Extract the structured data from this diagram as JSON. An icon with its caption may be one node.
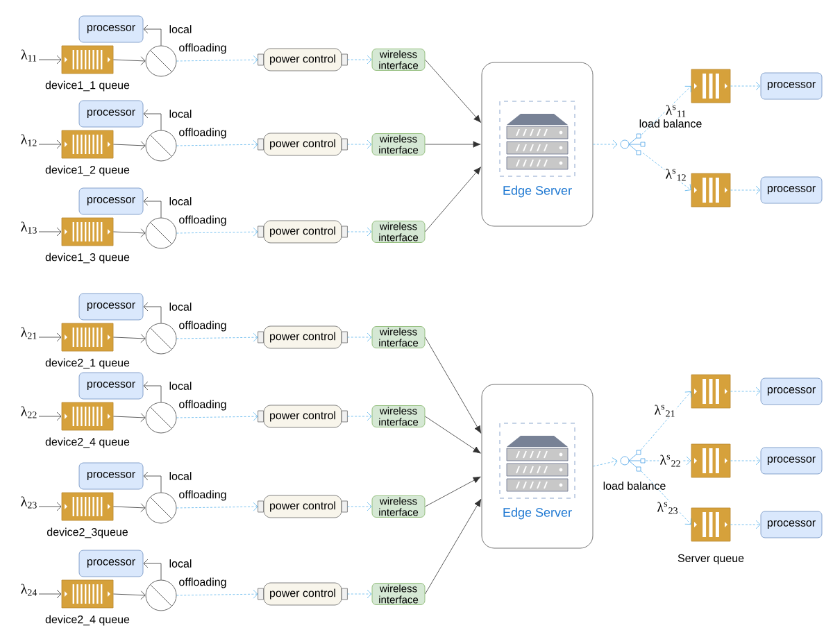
{
  "diagram": {
    "nodes": [
      {
        "text": [
          "processor"
        ]
      },
      {
        "text": [],
        "shape": "queue",
        "beside": [
          "device1_1 queue"
        ]
      },
      {
        "text": [],
        "shape": "switch"
      },
      {
        "text": [
          "power control"
        ]
      },
      {
        "text": [
          "wireless interface"
        ]
      },
      {
        "text": [
          "processor"
        ]
      },
      {
        "text": [],
        "shape": "queue",
        "beside": [
          "device1_2 queue"
        ]
      },
      {
        "text": [],
        "shape": "switch"
      },
      {
        "text": [
          "power control"
        ]
      },
      {
        "text": [
          "wireless interface"
        ]
      },
      {
        "text": [
          "processor"
        ]
      },
      {
        "text": [],
        "shape": "queue",
        "beside": [
          "device1_3 queue"
        ]
      },
      {
        "text": [],
        "shape": "switch"
      },
      {
        "text": [
          "power control"
        ]
      },
      {
        "text": [
          "wireless interface"
        ]
      },
      {
        "text": [
          "Edge Server"
        ]
      },
      {
        "text": [],
        "shape": "hub",
        "beside": [
          "load balance"
        ]
      },
      {
        "text": [],
        "shape": "queue"
      },
      {
        "text": [
          "processor"
        ]
      },
      {
        "text": [],
        "shape": "queue"
      },
      {
        "text": [
          "processor"
        ]
      },
      {
        "text": [
          "processor"
        ]
      },
      {
        "text": [],
        "shape": "queue",
        "beside": [
          "device2_1 queue"
        ]
      },
      {
        "text": [],
        "shape": "switch"
      },
      {
        "text": [
          "power control"
        ]
      },
      {
        "text": [
          "wireless interface"
        ]
      },
      {
        "text": [
          "processor"
        ]
      },
      {
        "text": [],
        "shape": "queue",
        "beside": [
          "device2_4 queue"
        ]
      },
      {
        "text": [],
        "shape": "switch"
      },
      {
        "text": [
          "power control"
        ]
      },
      {
        "text": [
          "wireless interface"
        ]
      },
      {
        "text": [
          "processor"
        ]
      },
      {
        "text": [],
        "shape": "queue",
        "beside": [
          "device2_3queue"
        ]
      },
      {
        "text": [],
        "shape": "switch"
      },
      {
        "text": [
          "power control"
        ]
      },
      {
        "text": [
          "wireless interface"
        ]
      },
      {
        "text": [
          "processor"
        ]
      },
      {
        "text": [],
        "shape": "queue",
        "beside": [
          "device2_4 queue"
        ]
      },
      {
        "text": [],
        "shape": "switch"
      },
      {
        "text": [
          "power control"
        ]
      },
      {
        "text": [
          "wireless interface"
        ]
      },
      {
        "text": [
          "Edge Server"
        ]
      },
      {
        "text": [],
        "shape": "hub",
        "beside": [
          "load balance"
        ]
      },
      {
        "text": [],
        "shape": "queue"
      },
      {
        "text": [
          "processor"
        ]
      },
      {
        "text": [],
        "shape": "queue"
      },
      {
        "text": [
          "processor"
        ]
      },
      {
        "text": [],
        "shape": "queue"
      },
      {
        "text": [
          "processor"
        ]
      }
    ],
    "edges": [
      {
        "from": null,
        "to": 1,
        "arrow": "to",
        "label": "λ$_{11}$"
      },
      {
        "from": 1,
        "to": 2,
        "arrow": "to"
      },
      {
        "from": 2,
        "to": 0,
        "arrow": "to",
        "label": "local"
      },
      {
        "from": 2,
        "to": 3,
        "arrow": "to",
        "label": "offloading",
        "style": "dashed",
        "color": "#5ab4ec"
      },
      {
        "from": 3,
        "to": 4,
        "arrow": "to",
        "style": "dashed",
        "color": "#5ab4ec"
      },
      {
        "from": 4,
        "to": 15,
        "arrow": "to"
      },
      {
        "from": null,
        "to": 6,
        "arrow": "to",
        "label": "λ$_{12}$"
      },
      {
        "from": 6,
        "to": 7,
        "arrow": "to"
      },
      {
        "from": 7,
        "to": 5,
        "arrow": "to",
        "label": "local"
      },
      {
        "from": 7,
        "to": 8,
        "arrow": "to",
        "label": "offloading",
        "style": "dashed",
        "color": "#5ab4ec"
      },
      {
        "from": 8,
        "to": 9,
        "arrow": "to",
        "style": "dashed",
        "color": "#5ab4ec"
      },
      {
        "from": 9,
        "to": 15,
        "arrow": "to"
      },
      {
        "from": null,
        "to": 11,
        "arrow": "to",
        "label": "λ$_{13}$"
      },
      {
        "from": 11,
        "to": 12,
        "arrow": "to"
      },
      {
        "from": 12,
        "to": 10,
        "arrow": "to",
        "label": "local"
      },
      {
        "from": 12,
        "to": 13,
        "arrow": "to",
        "label": "offloading",
        "style": "dashed",
        "color": "#5ab4ec"
      },
      {
        "from": 13,
        "to": 14,
        "arrow": "to",
        "style": "dashed",
        "color": "#5ab4ec"
      },
      {
        "from": 14,
        "to": 15,
        "arrow": "to"
      },
      {
        "from": 15,
        "to": 16,
        "arrow": "to",
        "style": "dashed",
        "color": "#5ab4ec"
      },
      {
        "from": 16,
        "to": 17,
        "arrow": "to",
        "label": "λ$^{s}$$_{11}$",
        "style": "dashed",
        "color": "#5ab4ec"
      },
      {
        "from": 17,
        "to": 18,
        "arrow": "to",
        "style": "dashed",
        "color": "#5ab4ec"
      },
      {
        "from": 16,
        "to": 19,
        "arrow": "to",
        "label": "λ$^{s}$$_{12}$",
        "style": "dashed",
        "color": "#5ab4ec"
      },
      {
        "from": 19,
        "to": 20,
        "arrow": "to",
        "style": "dashed",
        "color": "#5ab4ec"
      },
      {
        "from": null,
        "to": 22,
        "arrow": "to",
        "label": "λ$_{21}$"
      },
      {
        "from": 22,
        "to": 23,
        "arrow": "to"
      },
      {
        "from": 23,
        "to": 21,
        "arrow": "to",
        "label": "local"
      },
      {
        "from": 23,
        "to": 24,
        "arrow": "to",
        "label": "offloading",
        "style": "dashed",
        "color": "#5ab4ec"
      },
      {
        "from": 24,
        "to": 25,
        "arrow": "to",
        "style": "dashed",
        "color": "#5ab4ec"
      },
      {
        "from": 25,
        "to": 41,
        "arrow": "to"
      },
      {
        "from": null,
        "to": 27,
        "arrow": "to",
        "label": "λ$_{22}$"
      },
      {
        "from": 27,
        "to": 28,
        "arrow": "to"
      },
      {
        "from": 28,
        "to": 26,
        "arrow": "to",
        "label": "local"
      },
      {
        "from": 28,
        "to": 29,
        "arrow": "to",
        "label": "offloading",
        "style": "dashed",
        "color": "#5ab4ec"
      },
      {
        "from": 29,
        "to": 30,
        "arrow": "to",
        "style": "dashed",
        "color": "#5ab4ec"
      },
      {
        "from": 30,
        "to": 41,
        "arrow": "to"
      },
      {
        "from": null,
        "to": 32,
        "arrow": "to",
        "label": "λ$_{23}$"
      },
      {
        "from": 32,
        "to": 33,
        "arrow": "to"
      },
      {
        "from": 33,
        "to": 31,
        "arrow": "to",
        "label": "local"
      },
      {
        "from": 33,
        "to": 34,
        "arrow": "to",
        "label": "offloading",
        "style": "dashed",
        "color": "#5ab4ec"
      },
      {
        "from": 34,
        "to": 35,
        "arrow": "to",
        "style": "dashed",
        "color": "#5ab4ec"
      },
      {
        "from": 35,
        "to": 41,
        "arrow": "to"
      },
      {
        "from": null,
        "to": 37,
        "arrow": "to",
        "label": "λ$_{24}$"
      },
      {
        "from": 37,
        "to": 38,
        "arrow": "to"
      },
      {
        "from": 38,
        "to": 36,
        "arrow": "to",
        "label": "local"
      },
      {
        "from": 38,
        "to": 39,
        "arrow": "to",
        "label": "offloading",
        "style": "dashed",
        "color": "#5ab4ec"
      },
      {
        "from": 39,
        "to": 40,
        "arrow": "to",
        "style": "dashed",
        "color": "#5ab4ec"
      },
      {
        "from": 40,
        "to": 41,
        "arrow": "to"
      },
      {
        "from": 41,
        "to": 42,
        "arrow": "to",
        "style": "dashed",
        "color": "#5ab4ec"
      },
      {
        "from": 42,
        "to": 43,
        "arrow": "to",
        "label": "λ$^{s}$$_{21}$",
        "style": "dashed",
        "color": "#5ab4ec"
      },
      {
        "from": 43,
        "to": 44,
        "arrow": "to",
        "style": "dashed",
        "color": "#5ab4ec"
      },
      {
        "from": 42,
        "to": 45,
        "arrow": "to",
        "label": "λ$^{s}$$_{22}$",
        "style": "dashed",
        "color": "#5ab4ec"
      },
      {
        "from": 45,
        "to": 46,
        "arrow": "to",
        "style": "dashed",
        "color": "#5ab4ec"
      },
      {
        "from": 42,
        "to": 47,
        "arrow": "to",
        "label": "λ$^{s}$$_{23}$",
        "style": "dashed",
        "color": "#5ab4ec"
      },
      {
        "from": 47,
        "to": 48,
        "arrow": "to",
        "style": "dashed",
        "color": "#5ab4ec"
      }
    ],
    "labels": [
      "Server queue"
    ]
  }
}
